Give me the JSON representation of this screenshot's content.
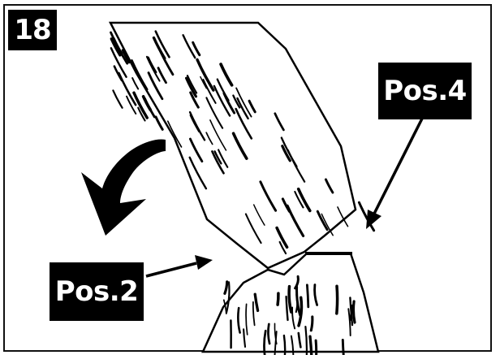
{
  "figure": {
    "number": "18",
    "labels": {
      "pos4": "Pos.4",
      "pos2": "Pos.2"
    },
    "colors": {
      "ink": "#000000",
      "paper": "#ffffff"
    },
    "icons": {
      "fall_direction": "curved-arrow-icon",
      "pointer": "arrow-icon"
    }
  }
}
